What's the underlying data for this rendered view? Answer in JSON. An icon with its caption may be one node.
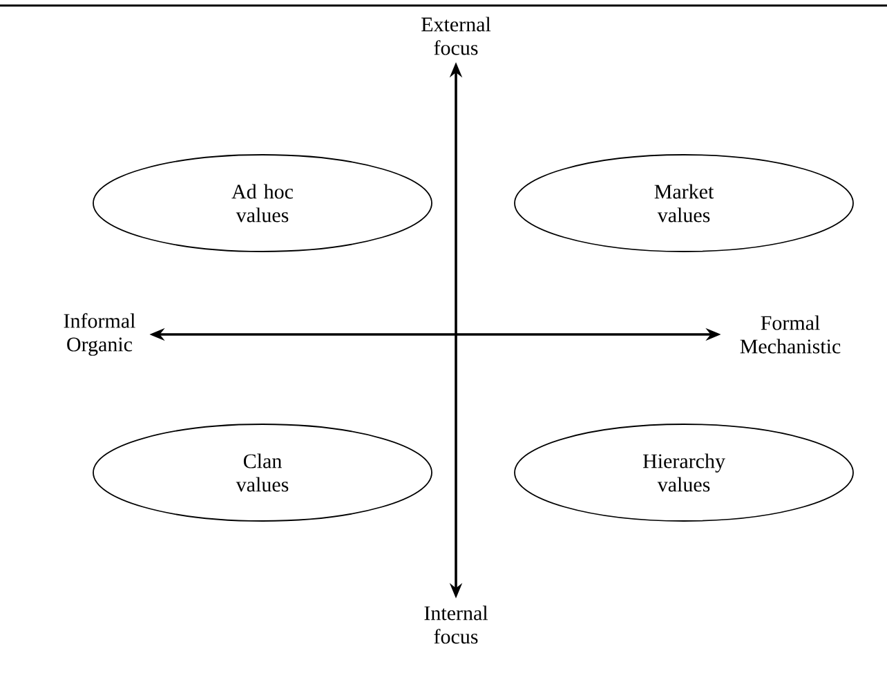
{
  "diagram": {
    "nodes": [
      {
        "text": [
          "External focus"
        ]
      },
      {
        "text": [
          "Ad hoc values"
        ]
      },
      {
        "text": [
          "Market values"
        ]
      },
      {
        "text": [
          "Informal Organic"
        ]
      },
      {
        "text": [
          "Formal Mechanistic"
        ]
      },
      {
        "text": [
          "Clan values"
        ]
      },
      {
        "text": [
          "Hierarchy values"
        ]
      },
      {
        "text": [
          "Internal focus"
        ]
      }
    ],
    "edges": [
      {
        "from": 0,
        "to": 7,
        "arrow": "both"
      },
      {
        "from": 3,
        "to": 4,
        "arrow": "both"
      }
    ]
  }
}
